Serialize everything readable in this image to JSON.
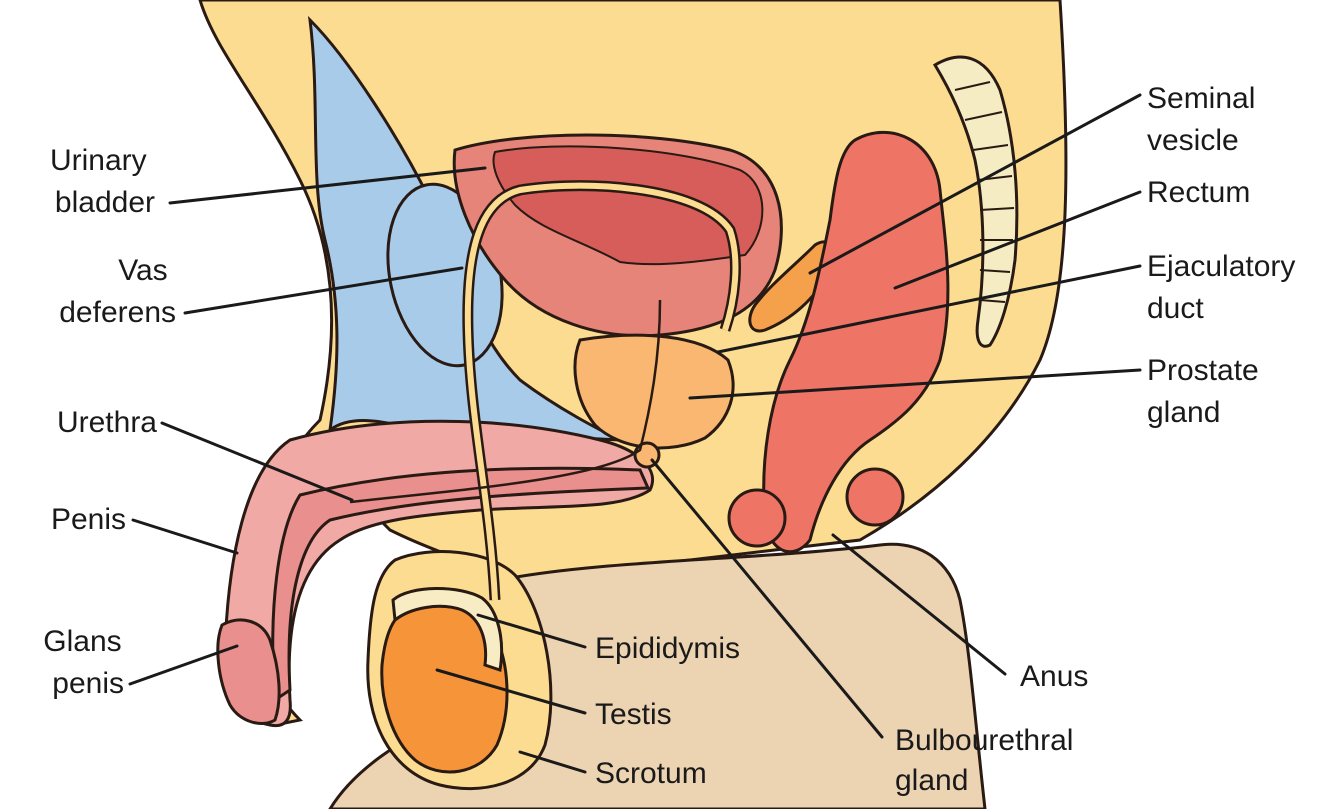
{
  "colors": {
    "body": "#fbdc91",
    "skin": "#f0a9a4",
    "skin_dark": "#e98f8d",
    "bladder": "#e6847a",
    "bladder_inner": "#d65d59",
    "prostate": "#f9b771",
    "seminal": "#f5a04a",
    "rectum": "#ee7466",
    "testis": "#f59438",
    "blue": "#a9cbea",
    "spine": "#f5ecc4",
    "thigh": "#ecd3b2",
    "epididymis": "#f8ecc5",
    "outline": "#2a1a14"
  },
  "labels": {
    "urinary_bladder": [
      "Urinary",
      "bladder"
    ],
    "vas_deferens": [
      "Vas",
      "deferens"
    ],
    "urethra": [
      "Urethra"
    ],
    "penis": [
      "Penis"
    ],
    "glans_penis": [
      "Glans",
      "penis"
    ],
    "seminal_vesicle": [
      "Seminal",
      "vesicle"
    ],
    "rectum": [
      "Rectum"
    ],
    "ejaculatory_duct": [
      "Ejaculatory",
      "duct"
    ],
    "prostate_gland": [
      "Prostate",
      "gland"
    ],
    "epididymis": [
      "Epididymis"
    ],
    "testis": [
      "Testis"
    ],
    "scrotum": [
      "Scrotum"
    ],
    "anus": [
      "Anus"
    ],
    "bulbourethral_gland": [
      "Bulbourethral",
      "gland"
    ]
  }
}
